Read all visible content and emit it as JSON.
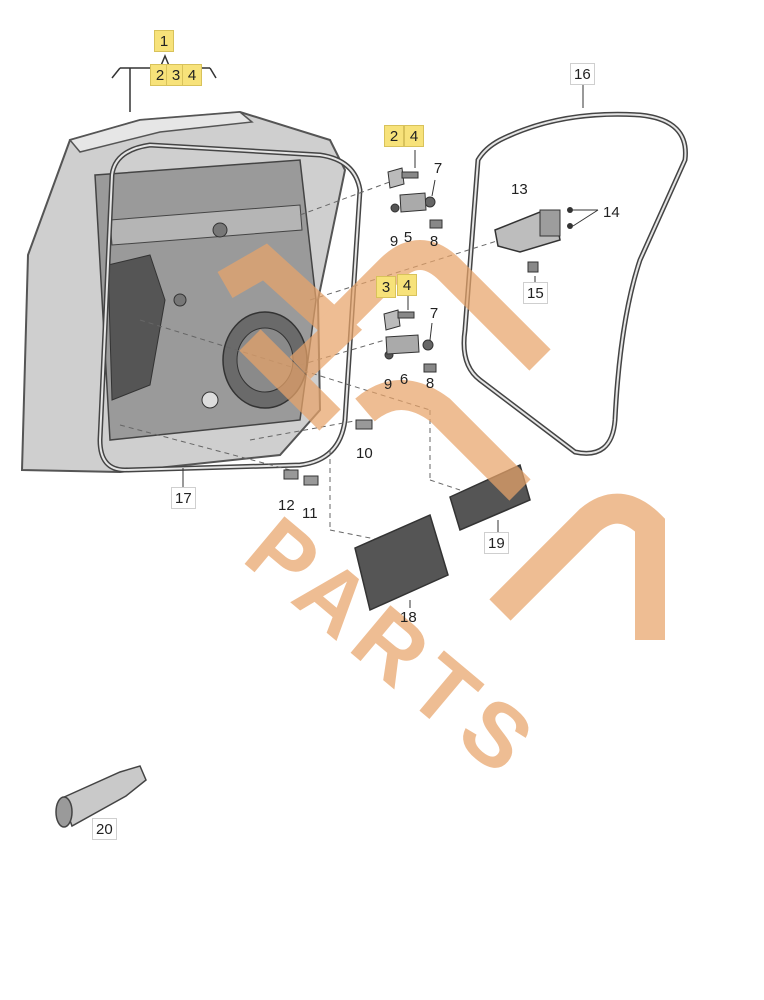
{
  "callouts": {
    "c1": "1",
    "c2_top": "2",
    "c3_top": "3",
    "c4_top": "4",
    "c2_upper": "2",
    "c4_upper": "4",
    "c7_upper": "7",
    "c9_upper": "9",
    "c5": "5",
    "c8_upper": "8",
    "c3_lower": "3",
    "c4_lower": "4",
    "c7_lower": "7",
    "c9_lower": "9",
    "c6": "6",
    "c8_lower": "8",
    "c10": "10",
    "c11": "11",
    "c12": "12",
    "c13": "13",
    "c14": "14",
    "c15": "15",
    "c16": "16",
    "c17": "17",
    "c18": "18",
    "c19": "19",
    "c20": "20"
  },
  "colors": {
    "highlight": "#f7e27a",
    "watermark": "#e8a46a",
    "line": "#333333",
    "part_fill": "#d8d8d8",
    "part_dark": "#7a7a7a"
  },
  "watermark_text": "PARTS"
}
